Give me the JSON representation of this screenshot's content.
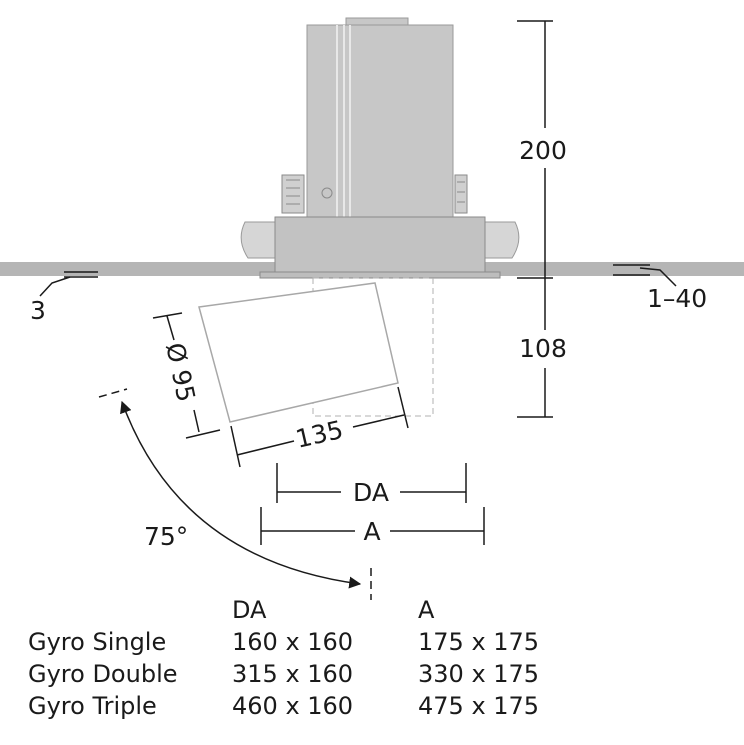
{
  "dimensions": {
    "height_upper": "200",
    "height_lower": "108",
    "diameter": "Ø 95",
    "depth": "135",
    "da": "DA",
    "a": "A",
    "tilt_angle": "75°",
    "ceiling_left": "3",
    "ceiling_right": "1–40"
  },
  "table": {
    "headers": [
      "",
      "DA",
      "A"
    ],
    "rows": [
      {
        "name": "Gyro Single",
        "da": "160 x 160",
        "a": "175 x 175"
      },
      {
        "name": "Gyro Double",
        "da": "315 x 160",
        "a": "330 x 175"
      },
      {
        "name": "Gyro Triple",
        "da": "460 x 160",
        "a": "475 x 175"
      }
    ]
  },
  "colors": {
    "body_fill": "#c7c7c7",
    "body_stroke": "#9a9a9a",
    "ceiling": "#b5b5b5",
    "ink": "#1a1a1a"
  }
}
